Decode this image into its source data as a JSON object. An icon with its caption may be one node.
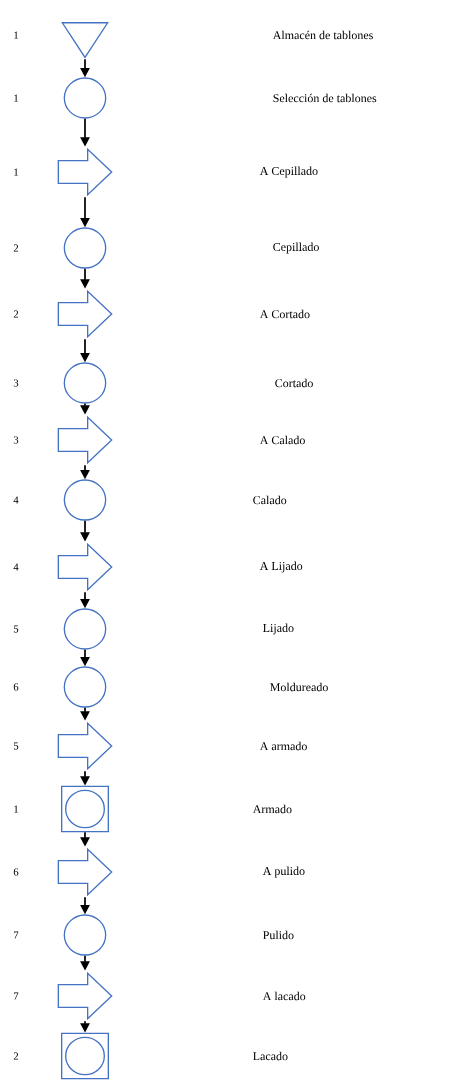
{
  "diagram": {
    "nodes": [
      {
        "text": [],
        "shape": "triangle"
      },
      {
        "text": [],
        "shape": "circle"
      },
      {
        "text": [],
        "shape": "arrow"
      },
      {
        "text": [],
        "shape": "circle"
      },
      {
        "text": [],
        "shape": "arrow"
      },
      {
        "text": [],
        "shape": "circle"
      },
      {
        "text": [],
        "shape": "arrow"
      },
      {
        "text": [],
        "shape": "circle"
      },
      {
        "text": [],
        "shape": "arrow"
      },
      {
        "text": [],
        "shape": "circle"
      },
      {
        "text": [],
        "shape": "circle"
      },
      {
        "text": [],
        "shape": "arrow"
      },
      {
        "text": [],
        "shape": "box"
      },
      {
        "text": [],
        "shape": "arrow"
      },
      {
        "text": [],
        "shape": "circle"
      },
      {
        "text": [],
        "shape": "arrow"
      },
      {
        "text": [],
        "shape": "box"
      }
    ],
    "edges": [
      {
        "from": 0,
        "to": 1,
        "arrow": "to"
      },
      {
        "from": 1,
        "to": 2,
        "arrow": "to"
      },
      {
        "from": 2,
        "to": 3,
        "arrow": "to"
      },
      {
        "from": 3,
        "to": 4,
        "arrow": "to"
      },
      {
        "from": 4,
        "to": 5,
        "arrow": "to"
      },
      {
        "from": 5,
        "to": 6,
        "arrow": "to"
      },
      {
        "from": 6,
        "to": 7,
        "arrow": "to"
      },
      {
        "from": 7,
        "to": 8,
        "arrow": "to"
      },
      {
        "from": 8,
        "to": 9,
        "arrow": "to"
      },
      {
        "from": 9,
        "to": 10,
        "arrow": "to"
      },
      {
        "from": 10,
        "to": 11,
        "arrow": "to"
      },
      {
        "from": 11,
        "to": 12,
        "arrow": "to"
      },
      {
        "from": 12,
        "to": 13,
        "arrow": "to"
      },
      {
        "from": 13,
        "to": 14,
        "arrow": "to"
      },
      {
        "from": 14,
        "to": 15,
        "arrow": "to"
      },
      {
        "from": 15,
        "to": 16,
        "arrow": "to"
      }
    ],
    "labels": [
      "1",
      "Almacén de tablones",
      "1",
      "Selección de tablones",
      "1",
      "A Cepillado",
      "2",
      "Cepillado",
      "2",
      "A Cortado",
      "3",
      "Cortado",
      "3",
      "A Calado",
      "4",
      "Calado",
      "4",
      "A Lijado",
      "5",
      "Lijado",
      "6",
      "Moldureado",
      "5",
      "A armado",
      "1",
      "Armado",
      "6",
      "A pulido",
      "7",
      "Pulido",
      "7",
      "A lacado",
      "2",
      "Lacado"
    ]
  }
}
